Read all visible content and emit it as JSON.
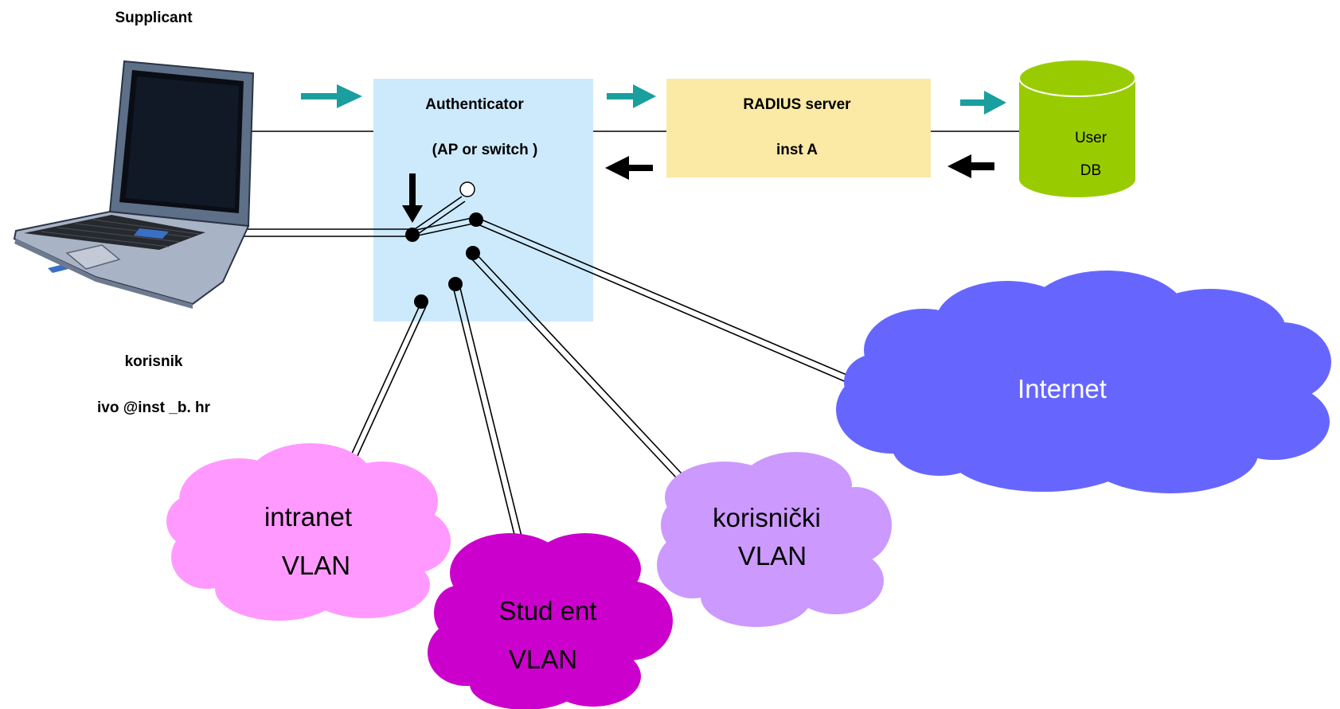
{
  "supplicant": {
    "title": "Supplicant",
    "user_label": "korisnik",
    "user_id": "ivo @inst _b. hr",
    "device": "laptop-icon"
  },
  "authenticator": {
    "line1": "Authenticator",
    "line2": "(AP or switch )",
    "color": "#cdeafd"
  },
  "radius": {
    "line1": "RADIUS server",
    "line2": "inst A",
    "color": "#fbe9a6"
  },
  "userdb": {
    "line1": "User",
    "line2": "DB",
    "color": "#99cc00"
  },
  "clouds": {
    "internet": {
      "label": "Internet",
      "color": "#6666ff"
    },
    "intranet": {
      "line1": "intranet",
      "line2": "VLAN",
      "color": "#ff99ff"
    },
    "student": {
      "line1": "Stud ent",
      "line2": "VLAN",
      "color": "#cc00cc"
    },
    "korisnicki": {
      "line1": "korisnički",
      "line2": "VLAN",
      "color": "#cc99ff"
    }
  },
  "colors": {
    "arrow_teal": "#1a9e9e",
    "arrow_black": "#000000"
  }
}
